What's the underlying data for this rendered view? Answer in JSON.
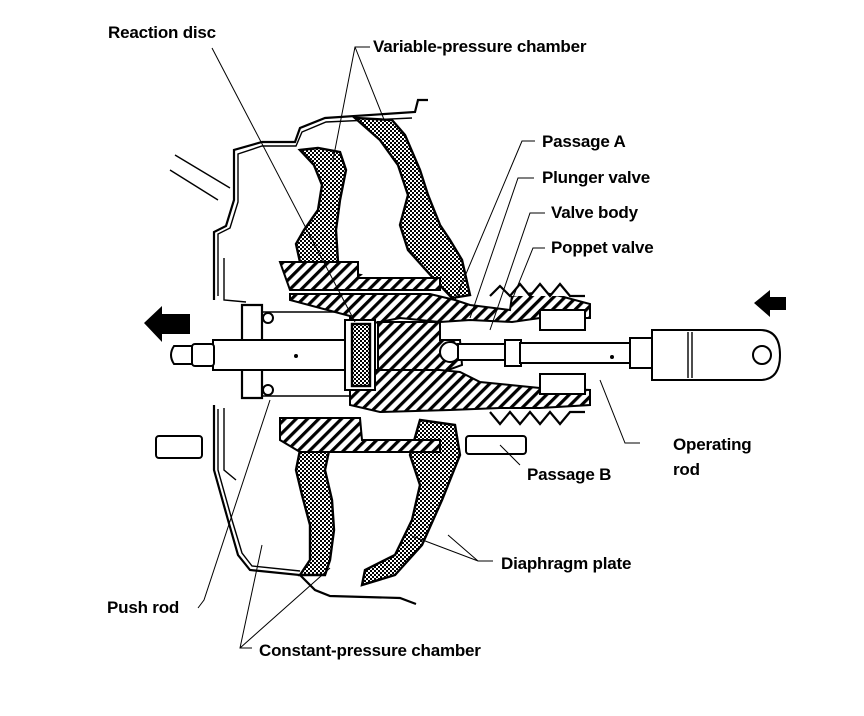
{
  "diagram": {
    "subject": "Brake booster cross-section",
    "labels": {
      "reaction_disc": "Reaction disc",
      "variable_pressure_chamber": "Variable-pressure chamber",
      "passage_a": "Passage A",
      "plunger_valve": "Plunger valve",
      "valve_body": "Valve body",
      "poppet_valve": "Poppet valve",
      "operating_rod_line1": "Operating",
      "operating_rod_line2": "rod",
      "passage_b": "Passage B",
      "diaphragm_plate": "Diaphragm plate",
      "push_rod": "Push rod",
      "constant_pressure_chamber": "Constant-pressure chamber"
    },
    "arrows": {
      "output": "arrow-left (output force)",
      "input": "arrow-left (input force)"
    }
  }
}
